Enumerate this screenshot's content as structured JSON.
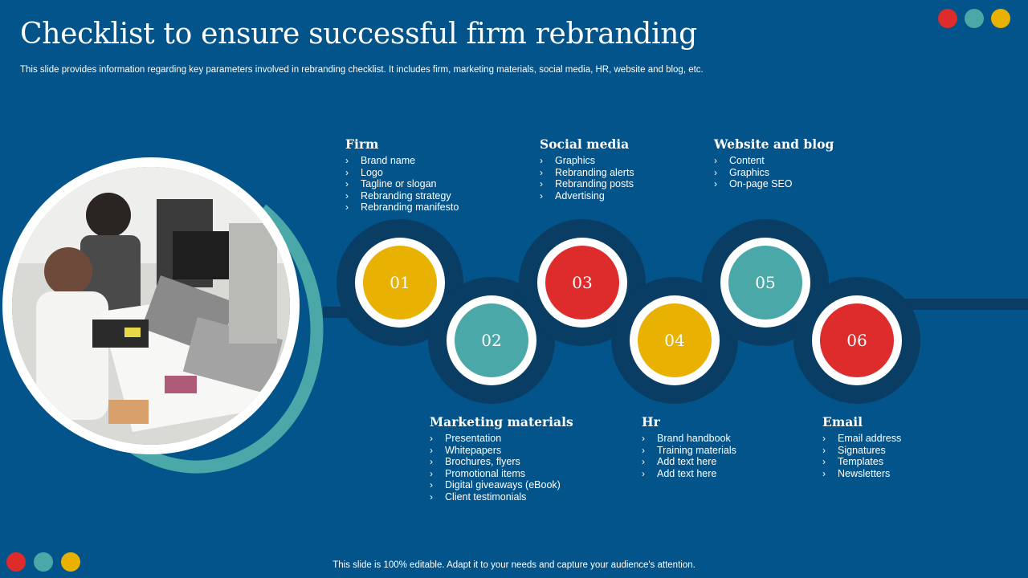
{
  "title": "Checklist to ensure successful firm rebranding",
  "subtitle": "This slide provides information regarding key parameters involved in rebranding checklist. It includes firm, marketing materials, social media, HR, website and blog, etc.",
  "footer": "This slide is 100% editable. Adapt it to your needs and capture your audience's attention.",
  "colors": {
    "background": "#03548a",
    "yellow": "#e9b102",
    "teal": "#4aa9a8",
    "red": "#de2b2b",
    "dark_band": "#0a3d63"
  },
  "steps": [
    {
      "number": "01",
      "color": "#e9b102"
    },
    {
      "number": "02",
      "color": "#4aa9a8"
    },
    {
      "number": "03",
      "color": "#de2b2b"
    },
    {
      "number": "04",
      "color": "#e9b102"
    },
    {
      "number": "05",
      "color": "#4aa9a8"
    },
    {
      "number": "06",
      "color": "#de2b2b"
    }
  ],
  "sections": {
    "firm": {
      "heading": "Firm",
      "items": [
        "Brand name",
        "Logo",
        "Tagline or slogan",
        "Rebranding strategy",
        "Rebranding manifesto"
      ]
    },
    "social_media": {
      "heading": "Social media",
      "items": [
        "Graphics",
        "Rebranding alerts",
        "Rebranding posts",
        "Advertising"
      ]
    },
    "website_blog": {
      "heading": "Website and blog",
      "items": [
        "Content",
        "Graphics",
        "On-page SEO"
      ]
    },
    "marketing": {
      "heading": "Marketing materials",
      "items": [
        "Presentation",
        "Whitepapers",
        "Brochures, flyers",
        "Promotional items",
        "Digital giveaways (eBook)",
        "Client testimonials"
      ]
    },
    "hr": {
      "heading": "Hr",
      "items": [
        "Brand handbook",
        "Training materials",
        "Add text here",
        "Add text here"
      ]
    },
    "email": {
      "heading": "Email",
      "items": [
        "Email address",
        "Signatures",
        "Templates",
        "Newsletters"
      ]
    }
  },
  "bullet_glyph": "›",
  "photo": {
    "subject": "team-meeting-photo"
  }
}
